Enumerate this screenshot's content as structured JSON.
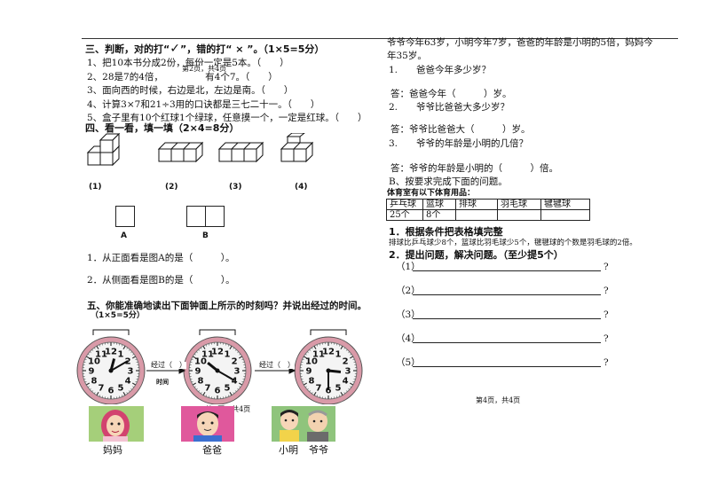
{
  "section3": {
    "title_a": "三、判断，对的打“",
    "title_b": "”，错的打“ × ”。（1×5=5分）",
    "items": [
      "1、把10本书分成2份，每份一定是5本。（　　）",
      "2、28是7的4倍，　　　　　有4个7。（　　）",
      "3、面向西的时候，右边是北，左边是南。（　　）",
      "4、计算3×7和21÷3用的口诀都是三七二十一。（　　）",
      "5、盒子里有10个红球1个绿球，任意摸一个，一定是红球。（　　）"
    ],
    "overlay_page": "第2页，共4页"
  },
  "section4": {
    "title": "四、看一看，填一填（2×4=8分）",
    "figure_labels": [
      "(1)",
      "(2)",
      "(3)",
      "(4)"
    ],
    "view_labels": [
      "A",
      "B"
    ],
    "q1": "1．从正面看是图A的是（　　　）。",
    "q2": "2．从侧面看是图B的是（　　　）。"
  },
  "section5": {
    "title": "五、你能准确地读出下面钟面上所示的时刻吗？并说出经过的时间。",
    "score": "（1×5=5分）",
    "passed": [
      "经过（　）",
      "经过（　）"
    ],
    "overlay_page": "第3页，共4页",
    "overlay_partial": "时间",
    "captions": [
      "妈妈",
      "爸爸",
      "小明",
      "爷爷"
    ]
  },
  "right": {
    "intro": [
      "爷爷今年63岁，小明今年7岁，爸爸的年龄是小明的5倍，妈妈今",
      "年35岁。"
    ],
    "q1": "1.　　爸爸今年多少岁？",
    "a1": "答：爸爸今年（　　　）岁。",
    "q2": "2.　　爷爷比爸爸大多少岁？",
    "a2": "答：爷爷比爸爸大（　　　）岁。",
    "q3": "3.　　爷爷的年龄是小明的几倍？",
    "a3": "答：爷爷的年龄是小明的（　　　）倍。",
    "partB": "B、按要求完成下面的问题。",
    "table_title": "体育室有以下体育用品：",
    "table_headers": [
      "乒乓球",
      "篮球",
      "排球",
      "羽毛球",
      "毽毽球"
    ],
    "table_values": [
      "25个",
      "8个",
      "",
      "",
      ""
    ],
    "task1": "1．根据条件把表格填完整",
    "task1_desc": "排球比乒乓球少8个，篮球比羽毛球少5个，毽毽球的个数是羽毛球的2倍。",
    "task2": "2．提出问题，解决问题。（至少提5个）",
    "blank_labels": [
      "（1）",
      "（2）",
      "（3）",
      "（4）",
      "（5）"
    ],
    "qmark": "?",
    "footer": "第4页，共4页"
  },
  "clocks": [
    {
      "hour": 12.5,
      "minute": 10
    },
    {
      "hour": 10.3,
      "minute": 20
    },
    {
      "hour": 3.2,
      "minute": 30
    }
  ],
  "colors": {
    "clock_rim": "#d99aa8",
    "clock_face": "#f4f4f4",
    "ink": "#111111"
  },
  "icons": {
    "check": "checkmark-icon",
    "arrow": "right-arrow-icon"
  }
}
